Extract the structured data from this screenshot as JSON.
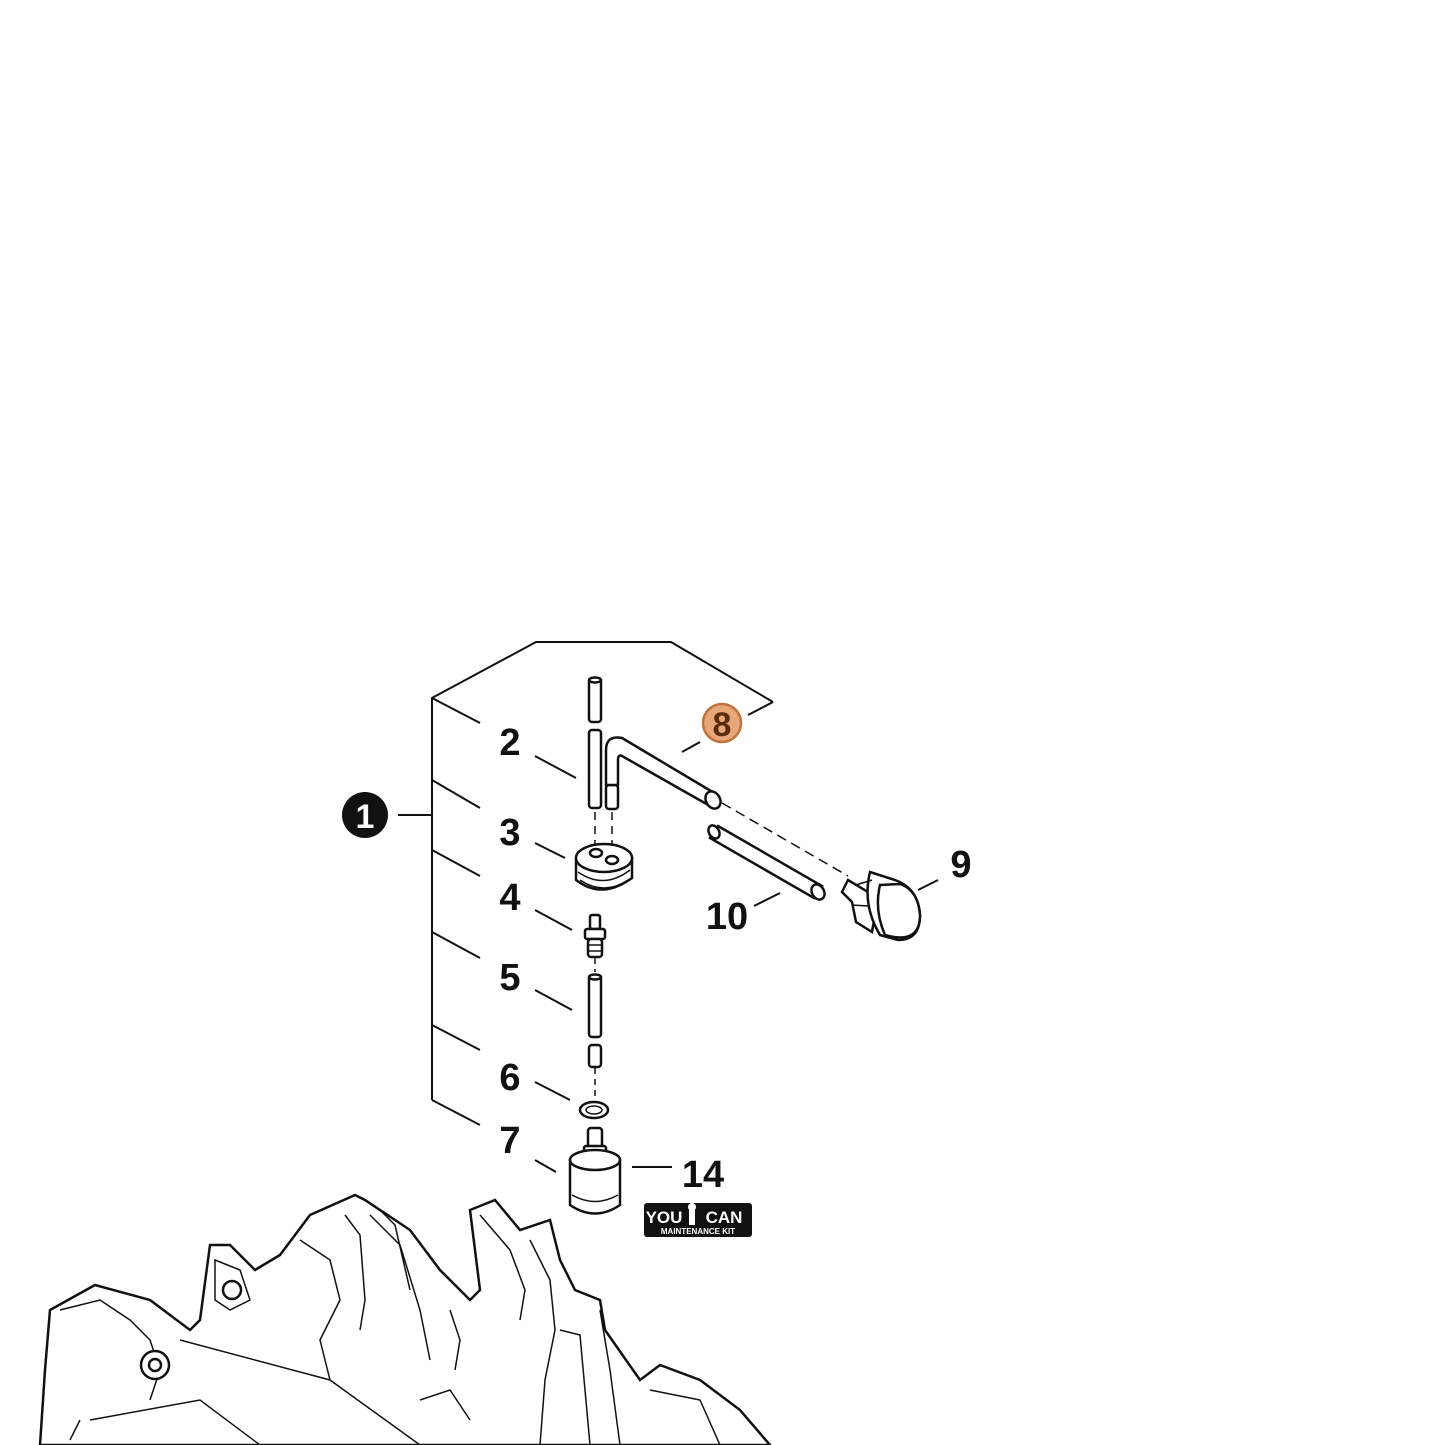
{
  "callouts": {
    "c1": "1",
    "c2": "2",
    "c3": "3",
    "c4": "4",
    "c5": "5",
    "c6": "6",
    "c7": "7",
    "c8": "8",
    "c9": "9",
    "c10": "10",
    "c14": "14"
  },
  "logo": {
    "text_left": "YOU",
    "text_right": "CAN",
    "subtitle": "MAINTENANCE KIT"
  },
  "colors": {
    "highlight_fill": "#E7A779",
    "highlight_stroke": "#C0733F",
    "ink": "#111111"
  }
}
